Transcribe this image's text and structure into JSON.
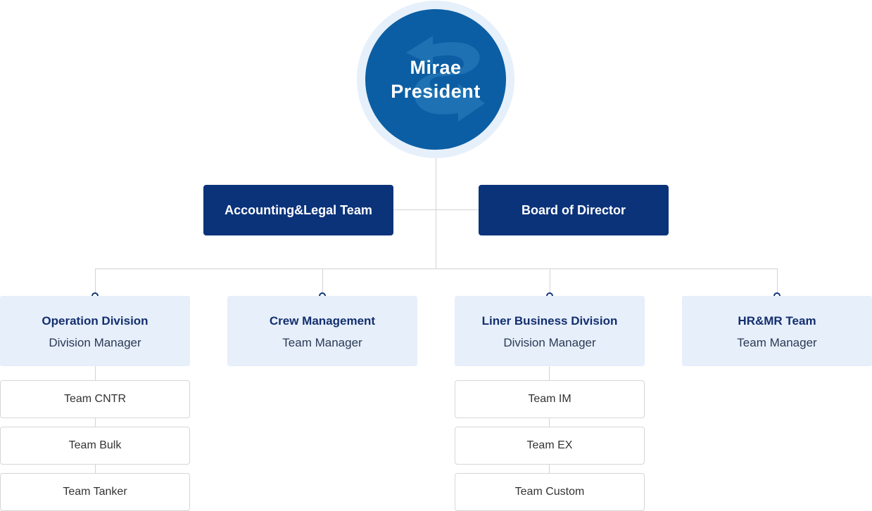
{
  "president": {
    "line1": "Mirae",
    "line2": "President"
  },
  "staff": [
    {
      "label": "Accounting&Legal Team"
    },
    {
      "label": "Board of Director"
    }
  ],
  "divisions": [
    {
      "title": "Operation Division",
      "subtitle": "Division Manager",
      "teams": [
        "Team CNTR",
        "Team Bulk",
        "Team Tanker"
      ]
    },
    {
      "title": "Crew Management",
      "subtitle": "Team Manager",
      "teams": []
    },
    {
      "title": "Liner Business Division",
      "subtitle": "Division Manager",
      "teams": [
        "Team IM",
        "Team EX",
        "Team Custom"
      ]
    },
    {
      "title": "HR&MR Team",
      "subtitle": "Team Manager",
      "teams": []
    }
  ],
  "colors": {
    "president_circle": "#0b5ea3",
    "president_ring": "#e6f0fb",
    "dark_box": "#0b337a",
    "division_box": "#e7effb",
    "connector": "#d3d3d3"
  }
}
